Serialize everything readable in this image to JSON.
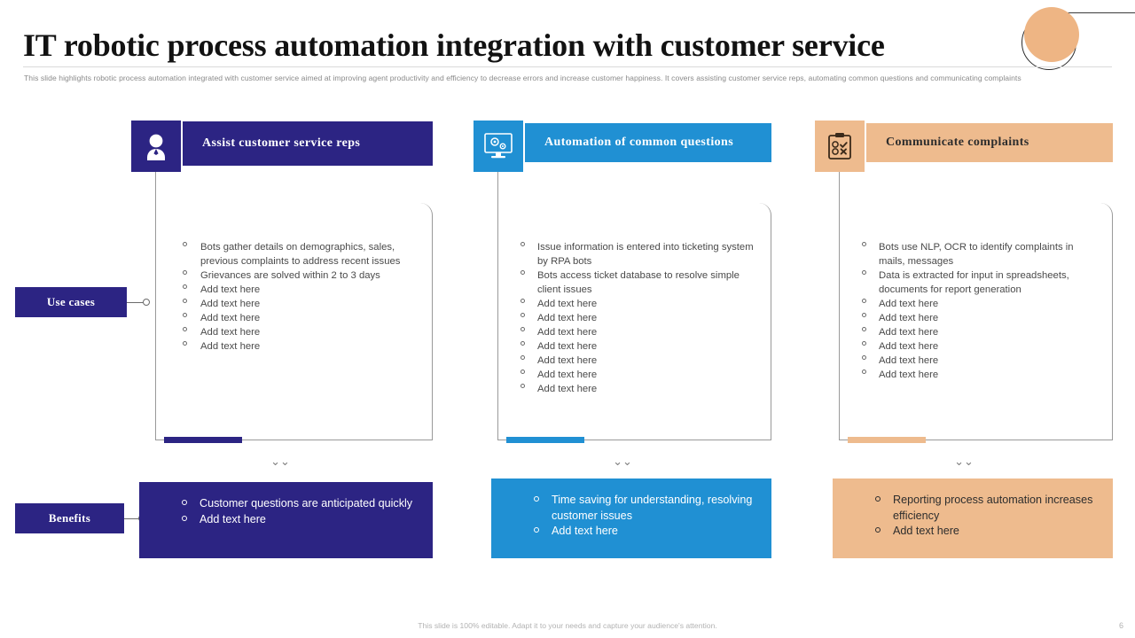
{
  "header": {
    "title": "IT robotic process automation integration with customer service",
    "subtitle": "This slide highlights robotic process automation integrated with customer service aimed at improving agent productivity and efficiency to decrease errors and increase customer happiness. It covers assisting customer service reps, automating common questions and communicating complaints"
  },
  "side_tags": {
    "use_cases": "Use cases",
    "benefits": "Benefits"
  },
  "colors": {
    "purple": "#2c2483",
    "blue": "#2090d3",
    "peach": "#eebb8e",
    "body_text": "#4a4a4a",
    "muted": "#b2b2b2"
  },
  "columns": [
    {
      "id": "assist-customer-service-reps",
      "icon": "user-avatar-icon",
      "title": "Assist customer  service reps",
      "accent": "#2c2483",
      "use_cases": [
        "Bots gather details on demographics,  sales, previous complaints to address recent issues",
        "Grievances  are  solved  within 2 to 3 days",
        "Add text here",
        "Add text here",
        "Add text here",
        "Add text here",
        "Add text here"
      ],
      "benefits": [
        "Customer questions are anticipated quickly",
        "Add text here"
      ]
    },
    {
      "id": "automation-of-common-questions",
      "icon": "monitor-gears-icon",
      "title": "Automation  of common  questions",
      "accent": "#2090d3",
      "use_cases": [
        "Issue information  is entered  into ticketing system by RPA bots",
        "Bots access ticket database  to resolve  simple  client issues",
        "Add text here",
        "Add text here",
        "Add text here",
        "Add text here",
        "Add text here",
        "Add text here",
        "Add text here"
      ],
      "benefits": [
        "Time saving for understanding, resolving customer issues",
        "Add text here"
      ]
    },
    {
      "id": "communicate-complaints",
      "icon": "clipboard-check-cross-icon",
      "title": "Communicate  complaints",
      "accent": "#eebb8e",
      "use_cases": [
        "Bots use NLP, OCR  to identify complaints in mails, messages",
        "Data is extracted for input in spreadsheets, documents for report generation",
        "Add text here",
        "Add text here",
        "Add text here",
        "Add text here",
        "Add text here",
        "Add text here"
      ],
      "benefits": [
        "Reporting process automation increases efficiency",
        "Add text here"
      ]
    }
  ],
  "chevron_glyph": "⌄⌄",
  "footer": {
    "note": "This slide is 100% editable. Adapt it to your needs and capture your audience's attention.",
    "page_number": "6"
  }
}
